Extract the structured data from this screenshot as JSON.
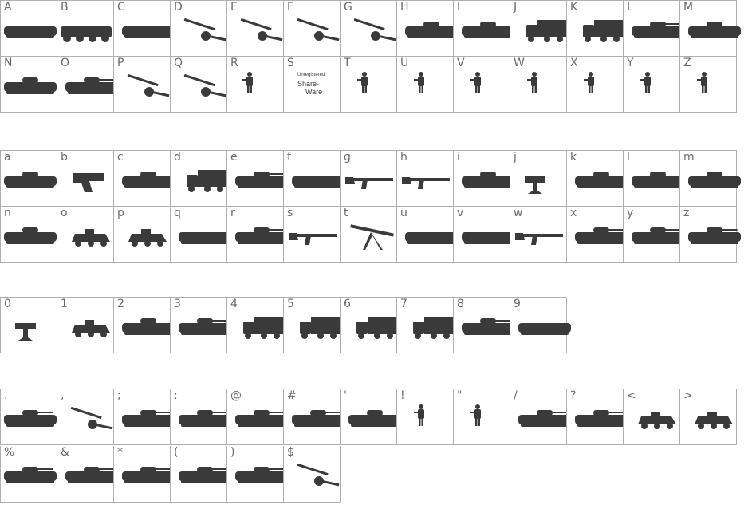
{
  "glyph_color": "#3a3a3a",
  "grid_line_color": "#b0b0b0",
  "label_color": "#6a6a6a",
  "rows": [
    {
      "cells": [
        {
          "char": "A",
          "icon": "apc-icon"
        },
        {
          "char": "B",
          "icon": "apc-wheeled-icon"
        },
        {
          "char": "C",
          "icon": "apc-icon"
        },
        {
          "char": "D",
          "icon": "howitzer-icon"
        },
        {
          "char": "E",
          "icon": "field-gun-icon"
        },
        {
          "char": "F",
          "icon": "artillery-icon"
        },
        {
          "char": "G",
          "icon": "artillery-icon"
        },
        {
          "char": "H",
          "icon": "tank-with-soldier-icon"
        },
        {
          "char": "I",
          "icon": "missile-launcher-icon"
        },
        {
          "char": "J",
          "icon": "missile-truck-icon"
        },
        {
          "char": "K",
          "icon": "truck-icon"
        },
        {
          "char": "L",
          "icon": "tank-icon"
        },
        {
          "char": "M",
          "icon": "bridge-layer-icon"
        }
      ]
    },
    {
      "cells": [
        {
          "char": "N",
          "icon": "engineering-vehicle-icon"
        },
        {
          "char": "O",
          "icon": "tank-icon"
        },
        {
          "char": "P",
          "icon": "field-gun-icon"
        },
        {
          "char": "Q",
          "icon": "howitzer-icon"
        },
        {
          "char": "R",
          "icon": "soldier-icon"
        },
        {
          "char": "S",
          "icon": "unregistered-notice"
        },
        {
          "char": "T",
          "icon": "soldier-icon"
        },
        {
          "char": "U",
          "icon": "soldier-running-icon"
        },
        {
          "char": "V",
          "icon": "soldier-kneeling-icon"
        },
        {
          "char": "W",
          "icon": "soldier-icon"
        },
        {
          "char": "X",
          "icon": "soldier-icon"
        },
        {
          "char": "Y",
          "icon": "soldier-icon"
        },
        {
          "char": "Z",
          "icon": "soldier-icon"
        }
      ]
    },
    {
      "cells": [
        {
          "char": "a",
          "icon": "missile-vehicle-icon"
        },
        {
          "char": "b",
          "icon": "pistol-icon"
        },
        {
          "char": "c",
          "icon": "tank-transporter-icon"
        },
        {
          "char": "d",
          "icon": "truck-icon"
        },
        {
          "char": "e",
          "icon": "tank-icon"
        },
        {
          "char": "f",
          "icon": "apc-icon"
        },
        {
          "char": "g",
          "icon": "machine-gun-icon"
        },
        {
          "char": "h",
          "icon": "rifle-icon"
        },
        {
          "char": "i",
          "icon": "radar-vehicle-icon"
        },
        {
          "char": "j",
          "icon": "aa-gun-icon"
        },
        {
          "char": "k",
          "icon": "missile-launcher-icon"
        },
        {
          "char": "l",
          "icon": "missile-vehicle-icon"
        },
        {
          "char": "m",
          "icon": "missile-vehicle-icon"
        }
      ]
    },
    {
      "cells": [
        {
          "char": "n",
          "icon": "rocket-launcher-icon"
        },
        {
          "char": "o",
          "icon": "jeep-gun-icon"
        },
        {
          "char": "p",
          "icon": "armored-car-icon"
        },
        {
          "char": "q",
          "icon": "apc-icon"
        },
        {
          "char": "r",
          "icon": "tank-icon"
        },
        {
          "char": "s",
          "icon": "submachine-gun-icon"
        },
        {
          "char": "t",
          "icon": "tripod-gun-icon"
        },
        {
          "char": "u",
          "icon": "apc-icon"
        },
        {
          "char": "v",
          "icon": "apc-icon"
        },
        {
          "char": "w",
          "icon": "sniper-rifle-icon"
        },
        {
          "char": "x",
          "icon": "tank-icon"
        },
        {
          "char": "y",
          "icon": "tank-icon"
        },
        {
          "char": "z",
          "icon": "tank-icon"
        }
      ]
    },
    {
      "cells": [
        {
          "char": "0",
          "icon": "atgm-launcher-icon"
        },
        {
          "char": "1",
          "icon": "armored-car-icon"
        },
        {
          "char": "2",
          "icon": "recovery-vehicle-icon"
        },
        {
          "char": "3",
          "icon": "tank-icon"
        },
        {
          "char": "4",
          "icon": "rocket-truck-icon"
        },
        {
          "char": "5",
          "icon": "rocket-truck-icon"
        },
        {
          "char": "6",
          "icon": "rocket-truck-icon"
        },
        {
          "char": "7",
          "icon": "rocket-truck-icon"
        },
        {
          "char": "8",
          "icon": "tank-icon"
        },
        {
          "char": "9",
          "icon": "apc-icon"
        }
      ]
    },
    {
      "cells": [
        {
          "char": ".",
          "icon": "tank-icon"
        },
        {
          "char": ",",
          "icon": "howitzer-icon"
        },
        {
          "char": ";",
          "icon": "tank-icon"
        },
        {
          "char": ":",
          "icon": "tank-icon"
        },
        {
          "char": "@",
          "icon": "tank-icon"
        },
        {
          "char": "#",
          "icon": "tank-icon"
        },
        {
          "char": "'",
          "icon": "self-propelled-gun-icon"
        },
        {
          "char": "!",
          "icon": "soldier-icon"
        },
        {
          "char": "\"",
          "icon": "soldier-icon"
        },
        {
          "char": "/",
          "icon": "tank-icon"
        },
        {
          "char": "?",
          "icon": "tank-icon"
        },
        {
          "char": "<",
          "icon": "armored-car-icon"
        },
        {
          "char": ">",
          "icon": "armored-car-icon"
        }
      ]
    },
    {
      "cells": [
        {
          "char": "%",
          "icon": "tank-icon"
        },
        {
          "char": "&",
          "icon": "tank-icon"
        },
        {
          "char": "*",
          "icon": "tank-icon"
        },
        {
          "char": "(",
          "icon": "tank-icon"
        },
        {
          "char": ")",
          "icon": "tank-icon"
        },
        {
          "char": "$",
          "icon": "field-gun-icon"
        }
      ]
    }
  ],
  "notice": {
    "line1": "Unregistered",
    "line2": "Share-",
    "line3": "Ware"
  }
}
